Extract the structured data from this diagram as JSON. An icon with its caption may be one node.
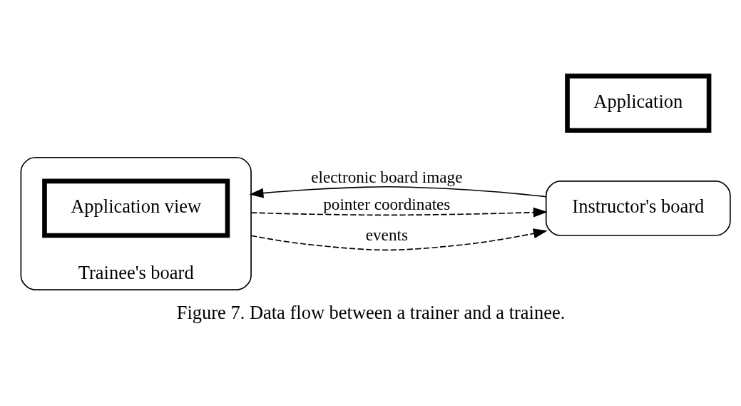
{
  "diagram": {
    "caption": "Figure 7. Data flow between a trainer and a trainee.",
    "nodes": [
      {
        "text": [
          "Trainee's board"
        ]
      },
      {
        "text": [
          "Application view"
        ],
        "in": 0
      },
      {
        "text": [
          "Instructor's board"
        ]
      },
      {
        "text": [
          "Application"
        ]
      }
    ],
    "edges": [
      {
        "from": 2,
        "to": 0,
        "arrow": "to",
        "label": "electronic board image"
      },
      {
        "from": 0,
        "to": 2,
        "arrow": "to",
        "label": "pointer coordinates",
        "style": "dashed"
      },
      {
        "from": 0,
        "to": 2,
        "arrow": "to",
        "label": "events",
        "style": "dashed"
      }
    ]
  }
}
